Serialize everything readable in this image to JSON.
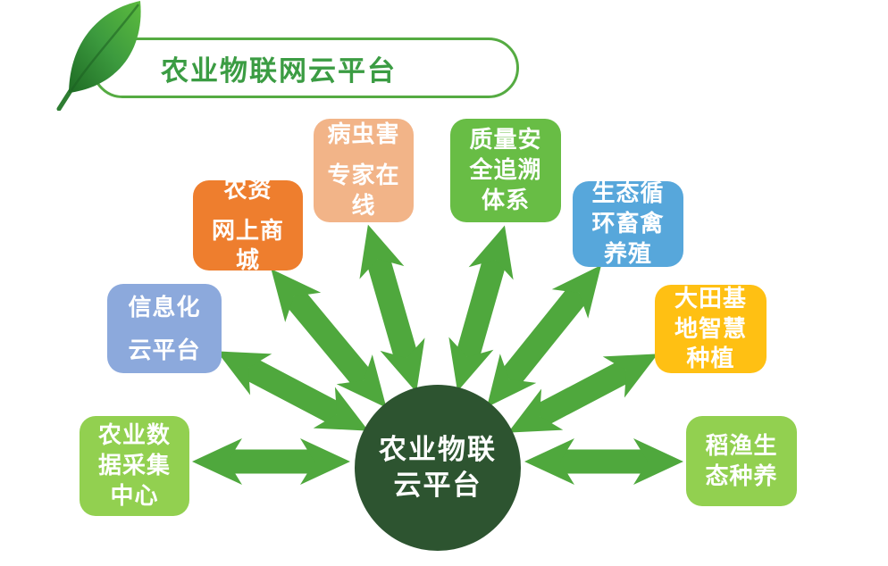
{
  "header": {
    "title": "农业物联网云平台"
  },
  "icons": {
    "leaf": "leaf-icon"
  },
  "hub": {
    "lines": [
      "农业物联",
      "云平台"
    ]
  },
  "nodes": [
    {
      "id": "agri-data-center",
      "label": "农业数据采集中心",
      "lines": [
        "农业数",
        "据采集",
        "中心"
      ],
      "color": "#92D050"
    },
    {
      "id": "info-cloud-platform",
      "label": "信息化云平台",
      "lines": [
        "信息化",
        "云平台"
      ],
      "color": "#8CA9DC"
    },
    {
      "id": "agri-supplies-mall",
      "label": "农资网上商城",
      "lines": [
        "农资",
        "网上商",
        "城"
      ],
      "color": "#EE7E2E"
    },
    {
      "id": "pest-experts-online",
      "label": "病虫害专家在线",
      "lines": [
        "病虫害",
        "专家在",
        "线"
      ],
      "color": "#F2B488"
    },
    {
      "id": "quality-traceability",
      "label": "质量安全追溯体系",
      "lines": [
        "质量安",
        "全追溯",
        "体系"
      ],
      "color": "#68BD45"
    },
    {
      "id": "eco-livestock",
      "label": "生态循环畜禽养殖",
      "lines": [
        "生态循",
        "环畜禽",
        "养殖"
      ],
      "color": "#57A7DB"
    },
    {
      "id": "smart-field-planting",
      "label": "大田基地智慧种植",
      "lines": [
        "大田基",
        "地智慧",
        "种植"
      ],
      "color": "#FFC013"
    },
    {
      "id": "rice-fish-farming",
      "label": "稻渔生态种养",
      "lines": [
        "稻渔生",
        "态种养"
      ],
      "color": "#92D050"
    }
  ],
  "colors": {
    "arrow": "#4FA83D",
    "banner_border": "#55AB42",
    "title_text": "#3B9C43",
    "center_circle": "#2D5430"
  }
}
